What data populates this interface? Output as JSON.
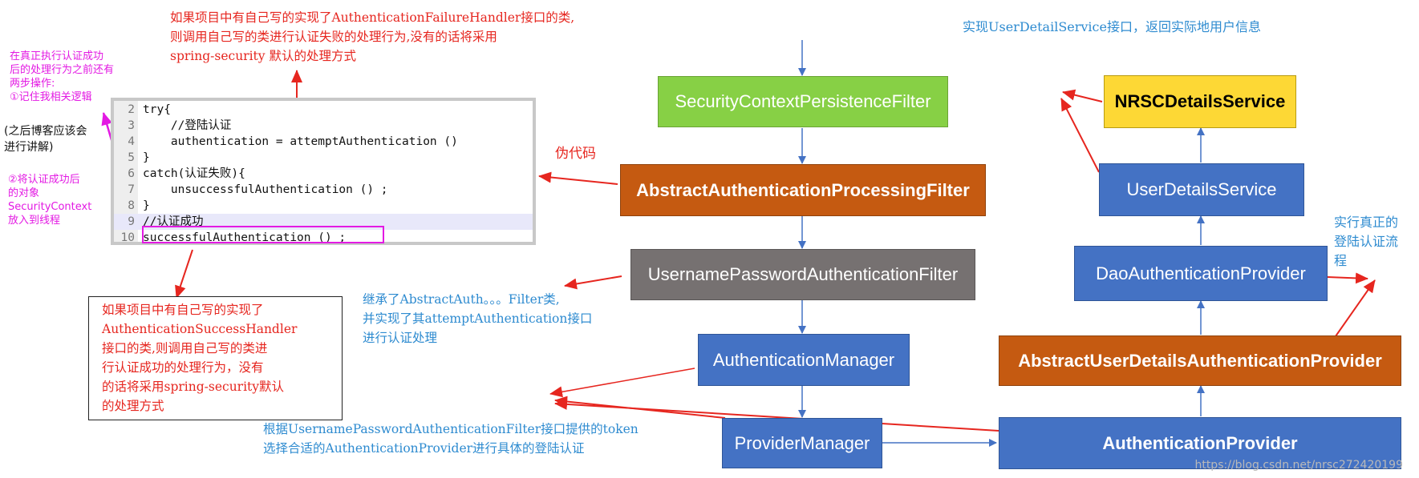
{
  "nodes": {
    "security_context_filter": "SecurityContextPersistenceFilter",
    "abstract_processing_filter": "AbstractAuthenticationProcessingFilter",
    "username_password_filter": "UsernamePasswordAuthenticationFilter",
    "authentication_manager": "AuthenticationManager",
    "provider_manager": "ProviderManager",
    "nrsc_details_service": "NRSCDetailsService",
    "user_details_service": "UserDetailsService",
    "dao_authentication_provider": "DaoAuthenticationProvider",
    "abstract_user_details_provider": "AbstractUserDetailsAuthenticationProvider",
    "authentication_provider": "AuthenticationProvider"
  },
  "notes": {
    "failure_handler": "如果项目中有自己写的实现了AuthenticationFailureHandler接口的类,\n则调用自己写的类进行认证失败的处理行为,没有的话将采用\nspring-security  默认的处理方式",
    "success_handler": "如果项目中有自己写的实现了\nAuthenticationSuccessHandler\n接口的类,则调用自己写的类进\n行认证成功的处理行为，没有\n的话将采用spring-security默认\n的处理方式",
    "pseudo_code": "伪代码",
    "user_detail_service_impl": "实现UserDetailService接口，返回实际地用户信息",
    "real_login_flow": "实行真正的\n登陆认证流\n程",
    "inherit_filter": "继承了AbstractAuth。。。Filter类,\n并实现了其attemptAuthentication接口\n进行认证处理",
    "choose_provider": "根据UsernamePasswordAuthenticationFilter接口提供的token\n选择合适的AuthenticationProvider进行具体的登陆认证",
    "before_success": "在真正执行认证成功\n后的处理行为之前还有\n两步操作:\n①记住我相关逻辑",
    "blog_later": "(之后博客应该会\n进行讲解)",
    "security_context": "②将认证成功后\n的对象\nSecurityContext\n放入到线程"
  },
  "code_lines": [
    {
      "num": "2",
      "text": "try{"
    },
    {
      "num": "3",
      "text": "    //登陆认证"
    },
    {
      "num": "4",
      "text": "    authentication = attemptAuthentication ()"
    },
    {
      "num": "5",
      "text": "}"
    },
    {
      "num": "6",
      "text": "catch(认证失败){"
    },
    {
      "num": "7",
      "text": "    unsuccessfulAuthentication () ;"
    },
    {
      "num": "8",
      "text": "}"
    },
    {
      "num": "9",
      "text": "//认证成功"
    },
    {
      "num": "10",
      "text": "successfulAuthentication () ;"
    }
  ],
  "watermark": "https://blog.csdn.net/nrsc272420199",
  "colors": {
    "arrow_blue": "#4472c4",
    "arrow_red": "#e6261f",
    "arrow_magenta": "#e319e3"
  }
}
